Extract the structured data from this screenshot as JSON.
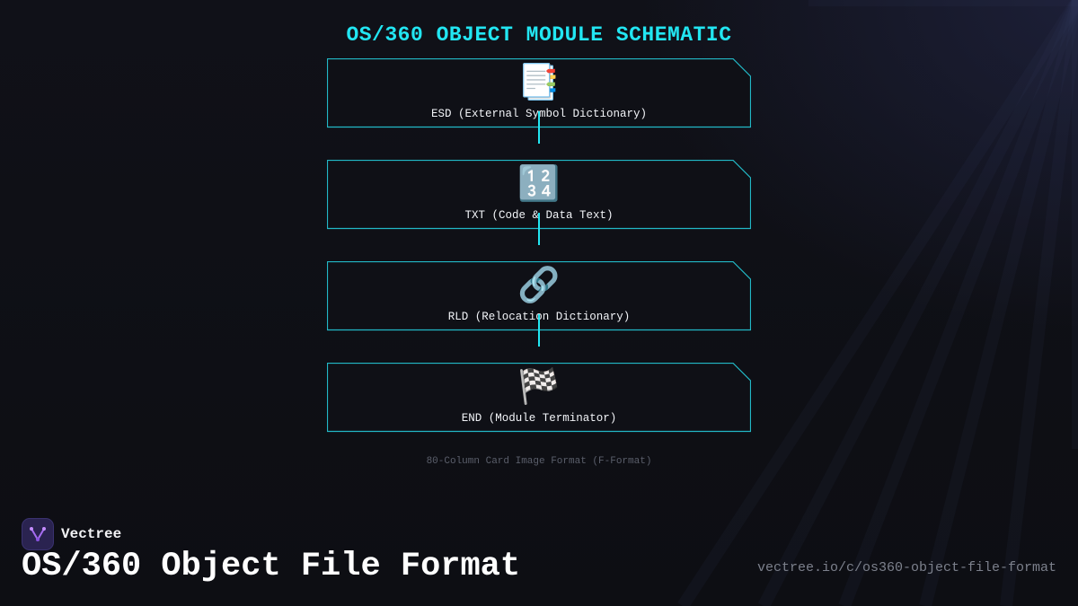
{
  "diagram": {
    "title": "OS/360 OBJECT MODULE SCHEMATIC",
    "blocks": [
      {
        "icon": "📑",
        "icon_name": "bookmark-tabs-icon",
        "label": "ESD (External Symbol Dictionary)"
      },
      {
        "icon": "🔢",
        "icon_name": "input-numbers-icon",
        "label": "TXT (Code & Data Text)"
      },
      {
        "icon": "🔗",
        "icon_name": "link-icon",
        "label": "RLD (Relocation Dictionary)"
      },
      {
        "icon": "🏁",
        "icon_name": "chequered-flag-icon",
        "label": "END (Module Terminator)"
      }
    ],
    "footnote": "80-Column Card Image Format (F-Format)",
    "accent_color": "#22e6f2"
  },
  "brand": {
    "name": "Vectree"
  },
  "page": {
    "title": "OS/360 Object File Format",
    "url": "vectree.io/c/os360-object-file-format"
  }
}
